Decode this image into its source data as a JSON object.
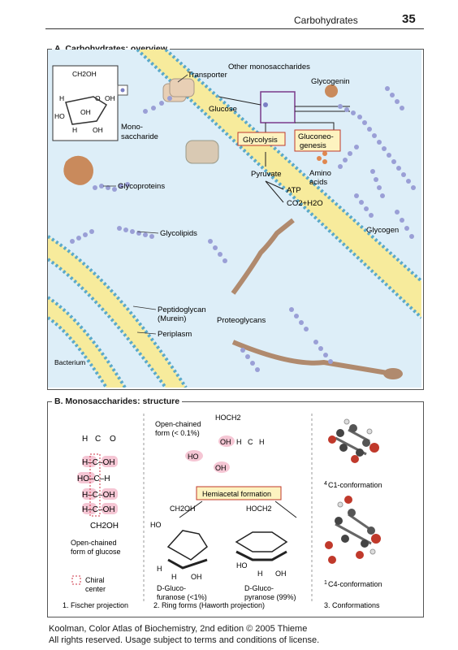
{
  "header": {
    "title": "Carbohydrates",
    "page": "35"
  },
  "panelA": {
    "title": "A. Carbohydrates: overview",
    "labels": {
      "transporter": "Transporter",
      "other_mono": "Other monosaccharides",
      "glycogenin": "Glycogenin",
      "glucose": "Glucose",
      "mono1": "Mono-",
      "mono2": "saccharide",
      "glycolysis": "Glycolysis",
      "gluconeo1": "Gluconeo-",
      "gluconeo2": "genesis",
      "pyruvate": "Pyruvate",
      "amino1": "Amino",
      "amino2": "acids",
      "atp": "ATP",
      "co2": "CO2+H2O",
      "glycoproteins": "Glycoproteins",
      "glycolipids": "Glycolipids",
      "glycogen": "Glycogen",
      "peptidoglycan1": "Peptidoglycan",
      "peptidoglycan2": "(Murein)",
      "periplasm": "Periplasm",
      "proteoglycans": "Proteoglycans",
      "bacterium": "Bacterium"
    },
    "structure": {
      "ch2oh": "CH2OH",
      "h": "H",
      "oh": "OH",
      "o": "O",
      "ho": "HO"
    }
  },
  "panelB": {
    "title": "B. Monosaccharides: structure",
    "fischer": {
      "rows": [
        "H–C–OH",
        "HO–C–H",
        "H–C–OH",
        "H–C–OH"
      ],
      "top": "C",
      "topH": "H",
      "topO": "O",
      "bottom": "CH2OH",
      "caption1": "Open-chained",
      "caption2": "form of glucose",
      "chiral1": "Chiral",
      "chiral2": "center",
      "footer": "1. Fischer projection"
    },
    "ring": {
      "open1": "Open-chained",
      "open2": "form (< 0.1%)",
      "hocH2": "HOCH2",
      "hemiacetal": "Hemiacetal formation",
      "furanose1": "D-Gluco-",
      "furanose2": "furanose (<1%)",
      "pyranose1": "D-Gluco-",
      "pyranose2": "pyranose (99%)",
      "footer": "2. Ring forms (Haworth projection)"
    },
    "conf": {
      "c1_sup": "4",
      "c1": "C1-conformation",
      "c4_sup": "1",
      "c4": "C4-conformation",
      "footer": "3. Conformations"
    }
  },
  "footer": {
    "line1": "Koolman, Color Atlas of Biochemistry, 2nd edition © 2005 Thieme",
    "line2": "All rights reserved. Usage subject to terms and conditions of license."
  },
  "colors": {
    "bg": "#ddeef8",
    "membrane": "#f7eb9c",
    "bead": "#9a9fd6",
    "box_fill": "#fdf3c0",
    "box_stroke": "#c0392b",
    "pink": "#f5c6d4",
    "protein": "#c98a5c",
    "frame": "#7a3a8a"
  }
}
